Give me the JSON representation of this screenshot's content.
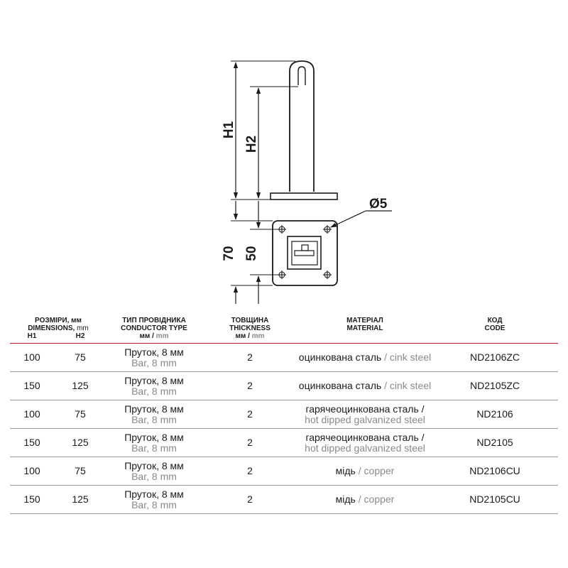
{
  "drawing": {
    "labels": {
      "h1": "H1",
      "h2": "H2",
      "d70": "70",
      "d50": "50",
      "hole": "Ø5"
    }
  },
  "table": {
    "headers": {
      "dimensions_ua": "РОЗМІРИ, мм",
      "dimensions_en_a": "DIMENSIONS,",
      "dimensions_en_b": " mm",
      "h1": "H1",
      "h2": "H2",
      "conductor_ua": "ТИП ПРОВІДНИКА",
      "conductor_en": "CONDUCTOR TYPE",
      "conductor_unit_ua": "мм",
      "conductor_unit_sep": " / ",
      "conductor_unit_en": "mm",
      "thickness_ua": "ТОВЩИНА",
      "thickness_en": "THICKNESS",
      "thickness_unit_ua": "мм",
      "thickness_unit_sep": " / ",
      "thickness_unit_en": "mm",
      "material_ua": "МАТЕРІАЛ",
      "material_en": "MATERIAL",
      "code_ua": "КОД",
      "code_en": "CODE"
    },
    "rows": [
      {
        "h1": "100",
        "h2": "75",
        "conductor_ua": "Пруток, 8 мм",
        "conductor_en": "Bar, 8 mm",
        "thickness": "2",
        "material_ua": "оцинкована сталь",
        "material_sep": " / ",
        "material_en": "cink steel",
        "code": "ND2106ZC"
      },
      {
        "h1": "150",
        "h2": "125",
        "conductor_ua": "Пруток, 8 мм",
        "conductor_en": "Bar, 8 mm",
        "thickness": "2",
        "material_ua": "оцинкована сталь",
        "material_sep": " / ",
        "material_en": "cink steel",
        "code": "ND2105ZC"
      },
      {
        "h1": "100",
        "h2": "75",
        "conductor_ua": "Пруток, 8 мм",
        "conductor_en": "Bar, 8 mm",
        "thickness": "2",
        "material_ua": "гарячеоцинкована сталь /",
        "material_en": "hot dipped galvanized steel",
        "code": "ND2106"
      },
      {
        "h1": "150",
        "h2": "125",
        "conductor_ua": "Пруток, 8 мм",
        "conductor_en": "Bar, 8 mm",
        "thickness": "2",
        "material_ua": "гарячеоцинкована сталь /",
        "material_en": "hot dipped galvanized steel",
        "code": "ND2105"
      },
      {
        "h1": "100",
        "h2": "75",
        "conductor_ua": "Пруток, 8 мм",
        "conductor_en": "Bar, 8 mm",
        "thickness": "2",
        "material_ua": "мідь",
        "material_sep": " / ",
        "material_en": "copper",
        "code": "ND2106CU"
      },
      {
        "h1": "150",
        "h2": "125",
        "conductor_ua": "Пруток, 8 мм",
        "conductor_en": "Bar, 8 mm",
        "thickness": "2",
        "material_ua": "мідь",
        "material_sep": " / ",
        "material_en": "copper",
        "code": "ND2105CU"
      }
    ]
  }
}
